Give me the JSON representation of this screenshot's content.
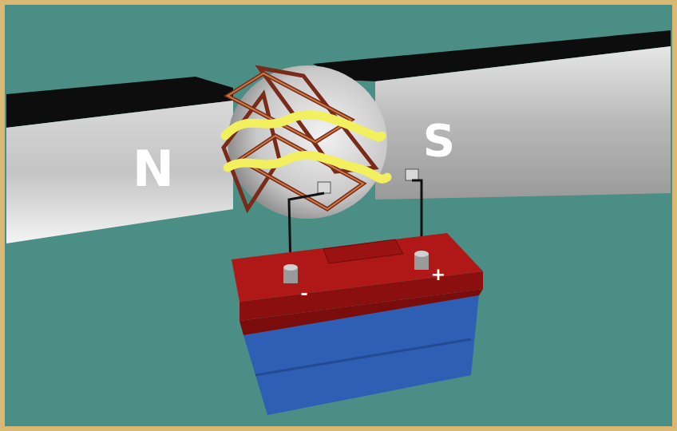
{
  "diagram": {
    "labels": [
      "N",
      "S",
      "-",
      "+"
    ]
  }
}
